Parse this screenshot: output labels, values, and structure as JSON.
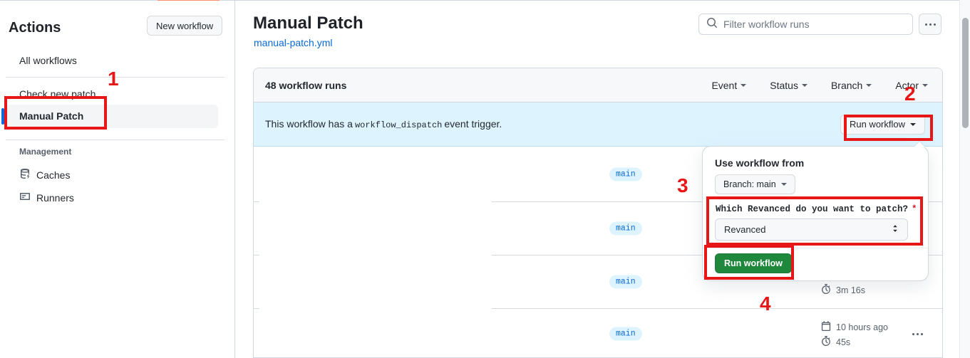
{
  "sidebar": {
    "title": "Actions",
    "new_workflow_button": "New workflow",
    "items": [
      {
        "label": "All workflows",
        "selected": false
      },
      {
        "label": "Check new patch",
        "selected": false
      },
      {
        "label": "Manual Patch",
        "selected": true
      }
    ],
    "management_heading": "Management",
    "management_items": [
      {
        "label": "Caches",
        "icon": "cache-icon"
      },
      {
        "label": "Runners",
        "icon": "runners-icon"
      }
    ]
  },
  "header": {
    "title": "Manual Patch",
    "file_link": "manual-patch.yml",
    "filter_placeholder": "Filter workflow runs"
  },
  "runs_table": {
    "count_label": "48 workflow runs",
    "filters": [
      {
        "label": "Event"
      },
      {
        "label": "Status"
      },
      {
        "label": "Branch"
      },
      {
        "label": "Actor"
      }
    ],
    "banner": {
      "text_before": "This workflow has a",
      "code": "workflow_dispatch",
      "text_after": "event trigger.",
      "run_button": "Run workflow"
    },
    "rows": [
      {
        "branch": "main"
      },
      {
        "branch": "main"
      },
      {
        "branch": "main",
        "duration": "3m 16s"
      },
      {
        "branch": "main",
        "started": "10 hours ago",
        "duration": "45s"
      }
    ]
  },
  "run_panel": {
    "heading": "Use workflow from",
    "branch_selector": "Branch: main",
    "input_label": "Which Revanced do you want to patch?",
    "required_marker": "*",
    "input_value": "Revanced",
    "run_button": "Run workflow"
  },
  "annotations": {
    "steps": [
      "1",
      "2",
      "3",
      "4"
    ],
    "color": "#e81717"
  },
  "colors": {
    "accent_blue": "#0969da",
    "banner_bg": "#ddf4ff",
    "success_green": "#1f883d",
    "annotation_red": "#e81717",
    "tab_indicator_orange": "#fd8c73"
  },
  "icons": {
    "search": "magnifier glyph in filter input",
    "kebab": "three horizontal dots",
    "caret_down": "small down triangle on dropdown buttons",
    "chevron_up_down": "select up/down arrows",
    "stopwatch": "run duration icon",
    "calendar": "run start-time icon",
    "cache": "database cylinder with bolt",
    "runners": "server card with lines"
  }
}
